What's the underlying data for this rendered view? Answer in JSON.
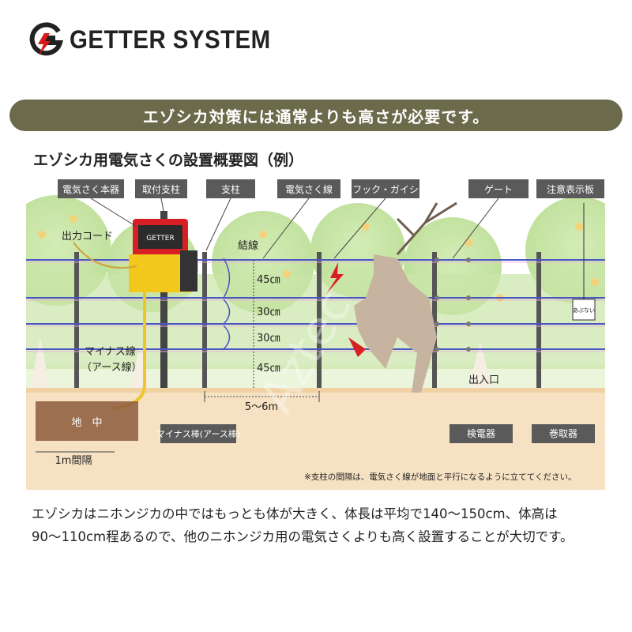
{
  "brand": {
    "name": "GETTER SYSTEM",
    "logo_icon": "g-lightning-logo",
    "accent": "#d91a1a"
  },
  "banner": {
    "text": "エゾシカ対策には通常よりも高さが必要です。"
  },
  "diagram": {
    "title": "エゾシカ用電気さくの設置概要図（例）",
    "top_labels": [
      "電気さく本器",
      "取付支柱",
      "支柱",
      "電気さく線",
      "フック・ガイシ",
      "ゲート",
      "注意表示板"
    ],
    "callouts": {
      "output_cord": "出力コード",
      "tie_wire": "結線",
      "minus_wire_1": "マイナス線",
      "minus_wire_2": "（アース線）",
      "entrance": "出入口",
      "ground": "地　中",
      "interval": "1m間隔",
      "post_spacing": "5〜6m"
    },
    "heights": [
      "45㎝",
      "30㎝",
      "30㎝",
      "45㎝"
    ],
    "ground_labels": [
      "マイナス棒(アース棒)",
      "検電器",
      "巻取器"
    ],
    "sign_text": "あぶない",
    "energizer_display": "GETTER",
    "note": "※支柱の間隔は、電気さく線が地面と平行になるように立ててください。",
    "watermark": "Aztec"
  },
  "description": {
    "line1": "エゾシカはニホンジカの中ではもっとも体が大きく、体長は平均で140〜150cm、体高は",
    "line2": "90〜110cm程あるので、他のニホンジカ用の電気さくよりも高く設置することが大切です。"
  }
}
